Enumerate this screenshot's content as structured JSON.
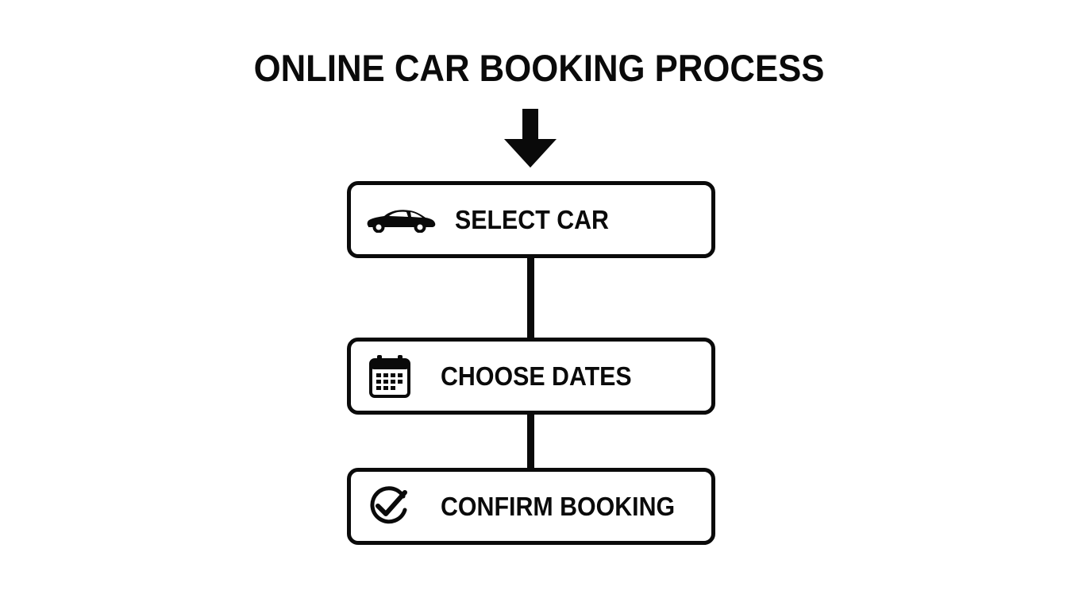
{
  "diagram": {
    "title": "ONLINE CAR BOOKING PROCESS",
    "steps": [
      {
        "label": "SELECT CAR",
        "icon": "car-icon"
      },
      {
        "label": "CHOOSE DATES",
        "icon": "calendar-icon"
      },
      {
        "label": "CONFIRM BOOKING",
        "icon": "check-circle-icon"
      }
    ],
    "colors": {
      "background": "#ffffff",
      "ink": "#0a0a0a"
    }
  }
}
